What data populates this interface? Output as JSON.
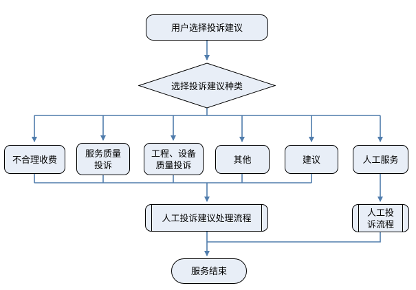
{
  "diagram": {
    "type": "flowchart",
    "colors": {
      "node_fill": "#E8EEF7",
      "node_border": "#000000",
      "connector": "#4F7CAC",
      "text": "#000000",
      "background": "#FFFFFF"
    },
    "nodes": [
      {
        "id": "start",
        "shape": "rounded-rectangle",
        "label": "用户选择投诉建议",
        "lines": [
          "用户选择投诉建议"
        ]
      },
      {
        "id": "decision",
        "shape": "diamond",
        "label": "选择投诉建议种类",
        "lines": [
          "选择投诉建议种类"
        ]
      },
      {
        "id": "unreasonable-fees",
        "shape": "rounded-rectangle",
        "label": "不合理收费",
        "lines": [
          "不合理收费"
        ]
      },
      {
        "id": "service-quality-complaint",
        "shape": "rounded-rectangle",
        "label": "服务质量投诉",
        "lines": [
          "服务质量",
          "投诉"
        ]
      },
      {
        "id": "engineering-equipment-quality-complaint",
        "shape": "rounded-rectangle",
        "label": "工程、设备质量投诉",
        "lines": [
          "工程、设备",
          "质量投诉"
        ]
      },
      {
        "id": "other",
        "shape": "rounded-rectangle",
        "label": "其他",
        "lines": [
          "其他"
        ]
      },
      {
        "id": "suggestion",
        "shape": "rounded-rectangle",
        "label": "建议",
        "lines": [
          "建议"
        ]
      },
      {
        "id": "manual-service",
        "shape": "rounded-rectangle",
        "label": "人工服务",
        "lines": [
          "人工服务"
        ]
      },
      {
        "id": "manual-complaint-suggestion-process",
        "shape": "predefined-process",
        "label": "人工投诉建议处理流程",
        "lines": [
          "人工投诉建议处理流程"
        ]
      },
      {
        "id": "manual-complaint-process",
        "shape": "predefined-process",
        "label": "人工投诉流程",
        "lines": [
          "人工投",
          "诉流程"
        ]
      },
      {
        "id": "end",
        "shape": "terminator",
        "label": "服务结束",
        "lines": [
          "服务结束"
        ]
      }
    ],
    "edges": [
      {
        "from": "start",
        "to": "decision"
      },
      {
        "from": "decision",
        "to": "unreasonable-fees"
      },
      {
        "from": "decision",
        "to": "service-quality-complaint"
      },
      {
        "from": "decision",
        "to": "engineering-equipment-quality-complaint"
      },
      {
        "from": "decision",
        "to": "other"
      },
      {
        "from": "decision",
        "to": "suggestion"
      },
      {
        "from": "decision",
        "to": "manual-service"
      },
      {
        "from": "unreasonable-fees",
        "to": "manual-complaint-suggestion-process"
      },
      {
        "from": "service-quality-complaint",
        "to": "manual-complaint-suggestion-process"
      },
      {
        "from": "engineering-equipment-quality-complaint",
        "to": "manual-complaint-suggestion-process"
      },
      {
        "from": "other",
        "to": "manual-complaint-suggestion-process"
      },
      {
        "from": "suggestion",
        "to": "manual-complaint-suggestion-process"
      },
      {
        "from": "manual-service",
        "to": "manual-complaint-process"
      },
      {
        "from": "manual-complaint-suggestion-process",
        "to": "end"
      },
      {
        "from": "manual-complaint-process",
        "to": "end"
      }
    ]
  }
}
